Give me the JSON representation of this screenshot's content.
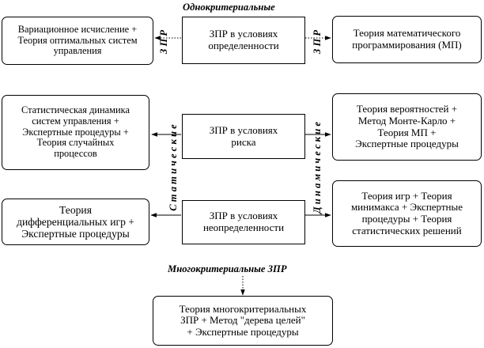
{
  "headings": {
    "single": "Однокритериальные",
    "multi": "Многокритериальные ЗПР"
  },
  "center": {
    "certainty": "ЗПР в условиях\nопределенности",
    "risk": "ЗПР в условиях\nриска",
    "uncertainty": "ЗПР в условиях\nнеопределенности"
  },
  "left": {
    "certainty": "Вариационное исчисление +\nТеория оптимальных систем\nуправления",
    "risk": "Статистическая динамика\nсистем управления +\nЭкспертные процедуры +\nТеория случайных\nпроцессов",
    "uncertainty": "Теория\nдифференциальных игр +\nЭкспертные процедуры"
  },
  "right": {
    "certainty": "Теория математического\nпрограммирования (МП)",
    "risk": "Теория вероятностей +\nМетод Монте-Карло +\nТеория МП +\nЭкспертные процедуры",
    "uncertainty": "Теория игр + Теория\nминимакса + Экспертные\nпроцедуры + Теория\nстатистических решений"
  },
  "bottom": "Теория многокритериальных\nЗПР + Метод \"дерева целей\"\n+ Экспертные процедуры",
  "vertical": {
    "left_top": "З П Р",
    "left_main": "С т а т и ч е с к и е",
    "right_top": "З П Р",
    "right_main": "Д и н а м и ч е с к и е"
  }
}
